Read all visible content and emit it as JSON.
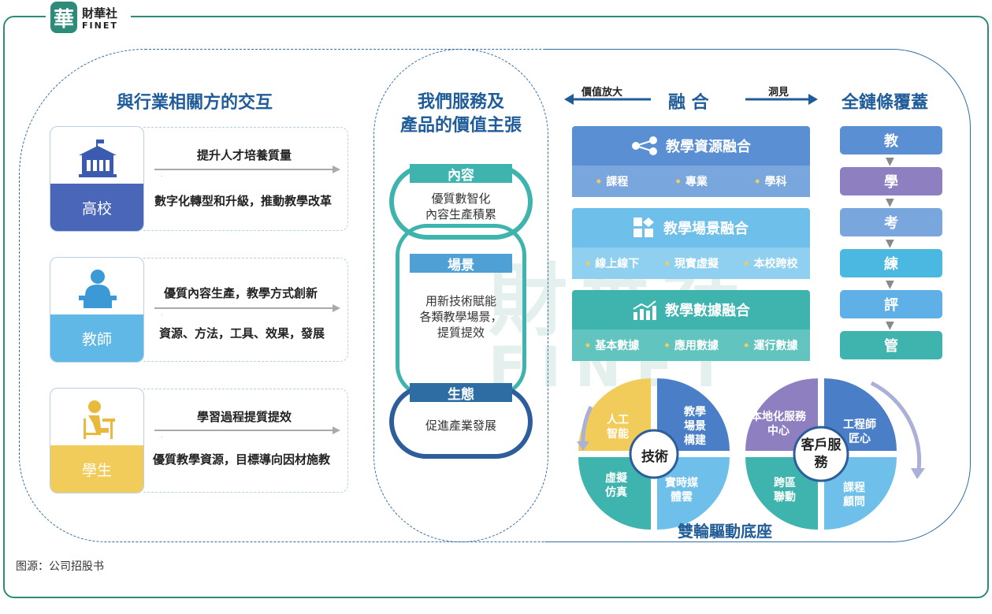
{
  "logo": {
    "mark": "華",
    "name_cn": "財華社",
    "name_en": "FINET"
  },
  "sections": {
    "interaction_title": "與行業相關方的交互",
    "value_title_line1": "我們服務及",
    "value_title_line2": "產品的價值主張",
    "fusion_title": "融 合",
    "fusion_left_arrow": "價值放大",
    "fusion_right_arrow": "洞見",
    "coverage_title": "全鏈條覆蓋",
    "drive_title": "雙輪驅動底座"
  },
  "stakeholders": [
    {
      "label": "高校",
      "icon": "university-icon",
      "color": "#4a66b8",
      "top_text": "提升人才培養質量",
      "bottom_text": "數字化轉型和升級，推動教學改革"
    },
    {
      "label": "教師",
      "icon": "teacher-icon",
      "color": "#5fb8e6",
      "top_text": "優質內容生產，教學方式創新",
      "bottom_text": "資源、方法，工具、效果，發展"
    },
    {
      "label": "學生",
      "icon": "student-icon",
      "color": "#f2cc5a",
      "top_text": "學習過程提質提效",
      "bottom_text": "優質教學資源，目標導向因材施教"
    }
  ],
  "value_props": [
    {
      "tag": "內容",
      "text_line1": "優質數智化",
      "text_line2": "內容生產積累",
      "text_line3": ""
    },
    {
      "tag": "場景",
      "text_line1": "用新技術賦能",
      "text_line2": "各類教學場景，",
      "text_line3": "提質提效"
    },
    {
      "tag": "生態",
      "text_line1": "促進產業發展",
      "text_line2": "",
      "text_line3": ""
    }
  ],
  "fusion": [
    {
      "title": "教學資源融合",
      "icon": "share-nodes-icon",
      "color": "#5b8fd4",
      "sub_color": "#7aa6de",
      "items": [
        "課程",
        "專業",
        "學科"
      ]
    },
    {
      "title": "教學場景融合",
      "icon": "blocks-icon",
      "color": "#6ec0ea",
      "sub_color": "#8fd0f0",
      "items": [
        "線上線下",
        "現實虛擬",
        "本校跨校"
      ]
    },
    {
      "title": "教學數據融合",
      "icon": "chart-up-icon",
      "color": "#3fb3ad",
      "sub_color": "#62c4bf",
      "items": [
        "基本數據",
        "應用數據",
        "運行數據"
      ]
    }
  ],
  "coverage_steps": [
    {
      "label": "教",
      "color": "#5b8fd4"
    },
    {
      "label": "學",
      "color": "#8e7fc0"
    },
    {
      "label": "考",
      "color": "#7aa6de"
    },
    {
      "label": "練",
      "color": "#4ab8e0"
    },
    {
      "label": "評",
      "color": "#5fb0e6"
    },
    {
      "label": "管",
      "color": "#3fb3ad"
    }
  ],
  "wheels": [
    {
      "center": "技術",
      "segments": [
        {
          "text": "人工智能",
          "color": "#f2cc5a"
        },
        {
          "text": "教學場景構建",
          "color": "#4a7fc8"
        },
        {
          "text": "實時媒體雲",
          "color": "#6ec0ea"
        },
        {
          "text": "虛擬仿真",
          "color": "#3fb3ad"
        }
      ]
    },
    {
      "center": "客戶服務",
      "segments": [
        {
          "text": "本地化服務中心",
          "color": "#8e7fc0"
        },
        {
          "text": "工程師匠心",
          "color": "#4a7fc8"
        },
        {
          "text": "課程顧問",
          "color": "#6ec0ea"
        },
        {
          "text": "跨區聯動",
          "color": "#3fb3ad"
        }
      ]
    }
  ],
  "watermark": {
    "cn": "財華社",
    "en": "FINET"
  },
  "source": "图源：公司招股书"
}
